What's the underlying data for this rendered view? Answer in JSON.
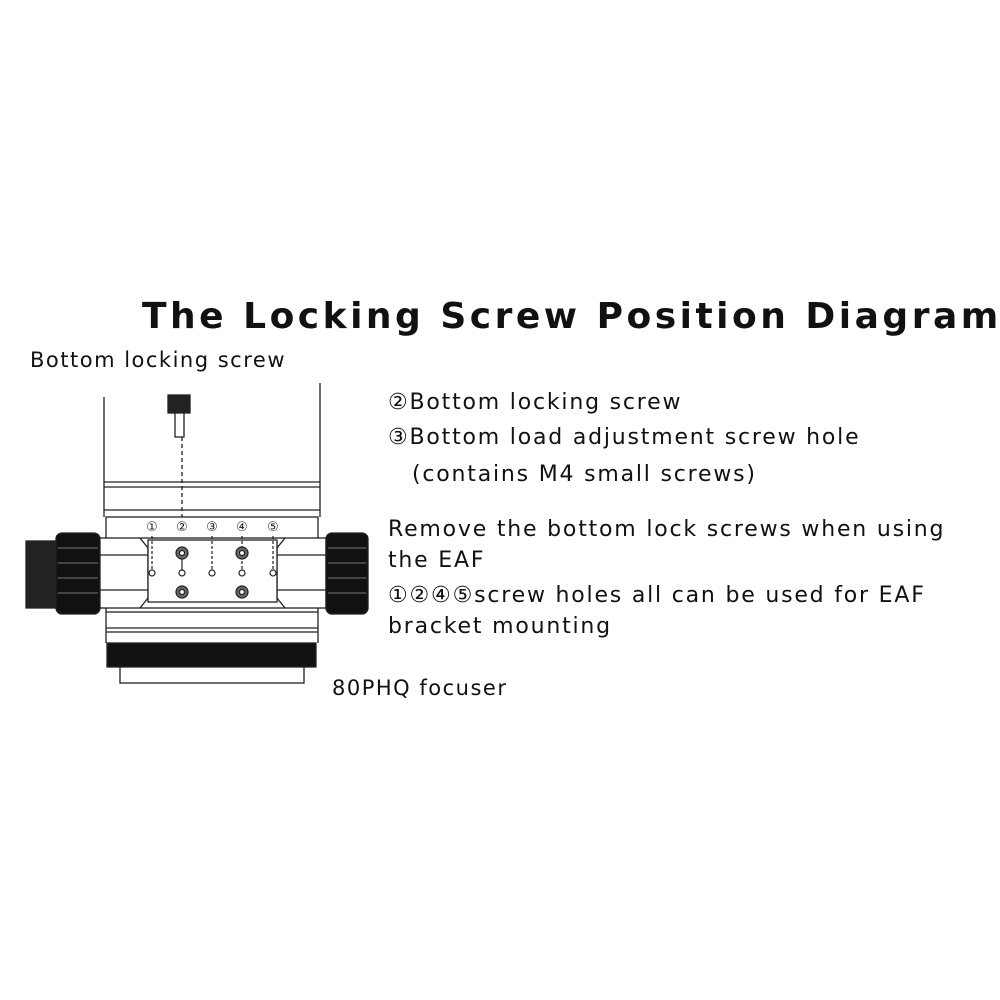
{
  "title": "The Locking Screw Position Diagram",
  "labels": {
    "bottom_locking_screw": "Bottom locking screw",
    "focuser": "80PHQ focuser",
    "hole_numbers": [
      "①",
      "②",
      "③",
      "④",
      "⑤"
    ]
  },
  "notes": {
    "line1": "②Bottom locking screw",
    "line2": "③Bottom load adjustment screw hole",
    "line3": "(contains M4 small screws)",
    "line4": "Remove the bottom lock screws when using",
    "line5": "the EAF",
    "line6": "①②④⑤screw holes all can be used for EAF",
    "line7": "bracket mounting"
  }
}
